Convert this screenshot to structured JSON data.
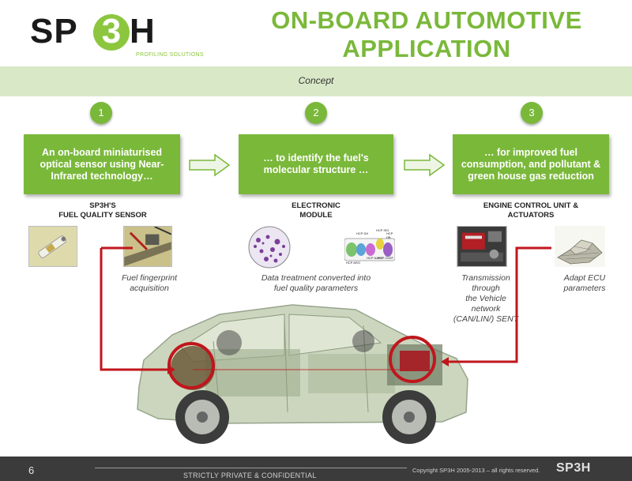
{
  "header": {
    "logo_main": "SP",
    "logo_three": "3",
    "logo_h": "H",
    "logo_tagline": "PROFILING SOLUTIONS",
    "title_line1": "ON-BOARD AUTOMOTIVE",
    "title_line2": "APPLICATION"
  },
  "band": {
    "label": "Concept"
  },
  "steps": [
    {
      "number": "1",
      "box_text": "An on-board miniaturised optical sensor using Near-Infrared technology…",
      "caption_line1": "SP3H'S",
      "caption_line2": "FUEL QUALITY SENSOR",
      "notes": [
        {
          "lines": [
            "Fuel fingerprint",
            "acquisition"
          ]
        }
      ]
    },
    {
      "number": "2",
      "box_text": "… to identify the fuel's molecular structure …",
      "caption_line1": "ELECTRONIC",
      "caption_line2": "MODULE",
      "notes": [
        {
          "lines": [
            "Data treatment converted into",
            "fuel quality parameters"
          ]
        }
      ]
    },
    {
      "number": "3",
      "box_text": "… for improved fuel consumption, and pollutant & green house gas reduction",
      "caption_line1": "ENGINE CONTROL UNIT &",
      "caption_line2": "ACTUATORS",
      "notes": [
        {
          "lines": [
            "Transmission",
            "through",
            "the Vehicle",
            "network",
            "(CAN/LIN/) SENT"
          ]
        },
        {
          "lines": [
            "Adapt ECU",
            "parameters"
          ]
        }
      ]
    }
  ],
  "module_labels": [
    "HCP DH",
    "HCP ISO",
    "HCP ARO",
    "HCP NAPH",
    "HCP OLEF",
    "HCP HB"
  ],
  "footer": {
    "page_number": "6",
    "confidential": "STRICTLY PRIVATE & CONFIDENTIAL",
    "copyright": "Copyright  SP3H  2005-2013 – all rights reserved.",
    "logo": "SP3H"
  },
  "colors": {
    "brand_green": "#7ab83a",
    "band_green": "#d9e9c8",
    "highlight_red": "#c0161c",
    "footer_dark": "#3b3b3b"
  }
}
